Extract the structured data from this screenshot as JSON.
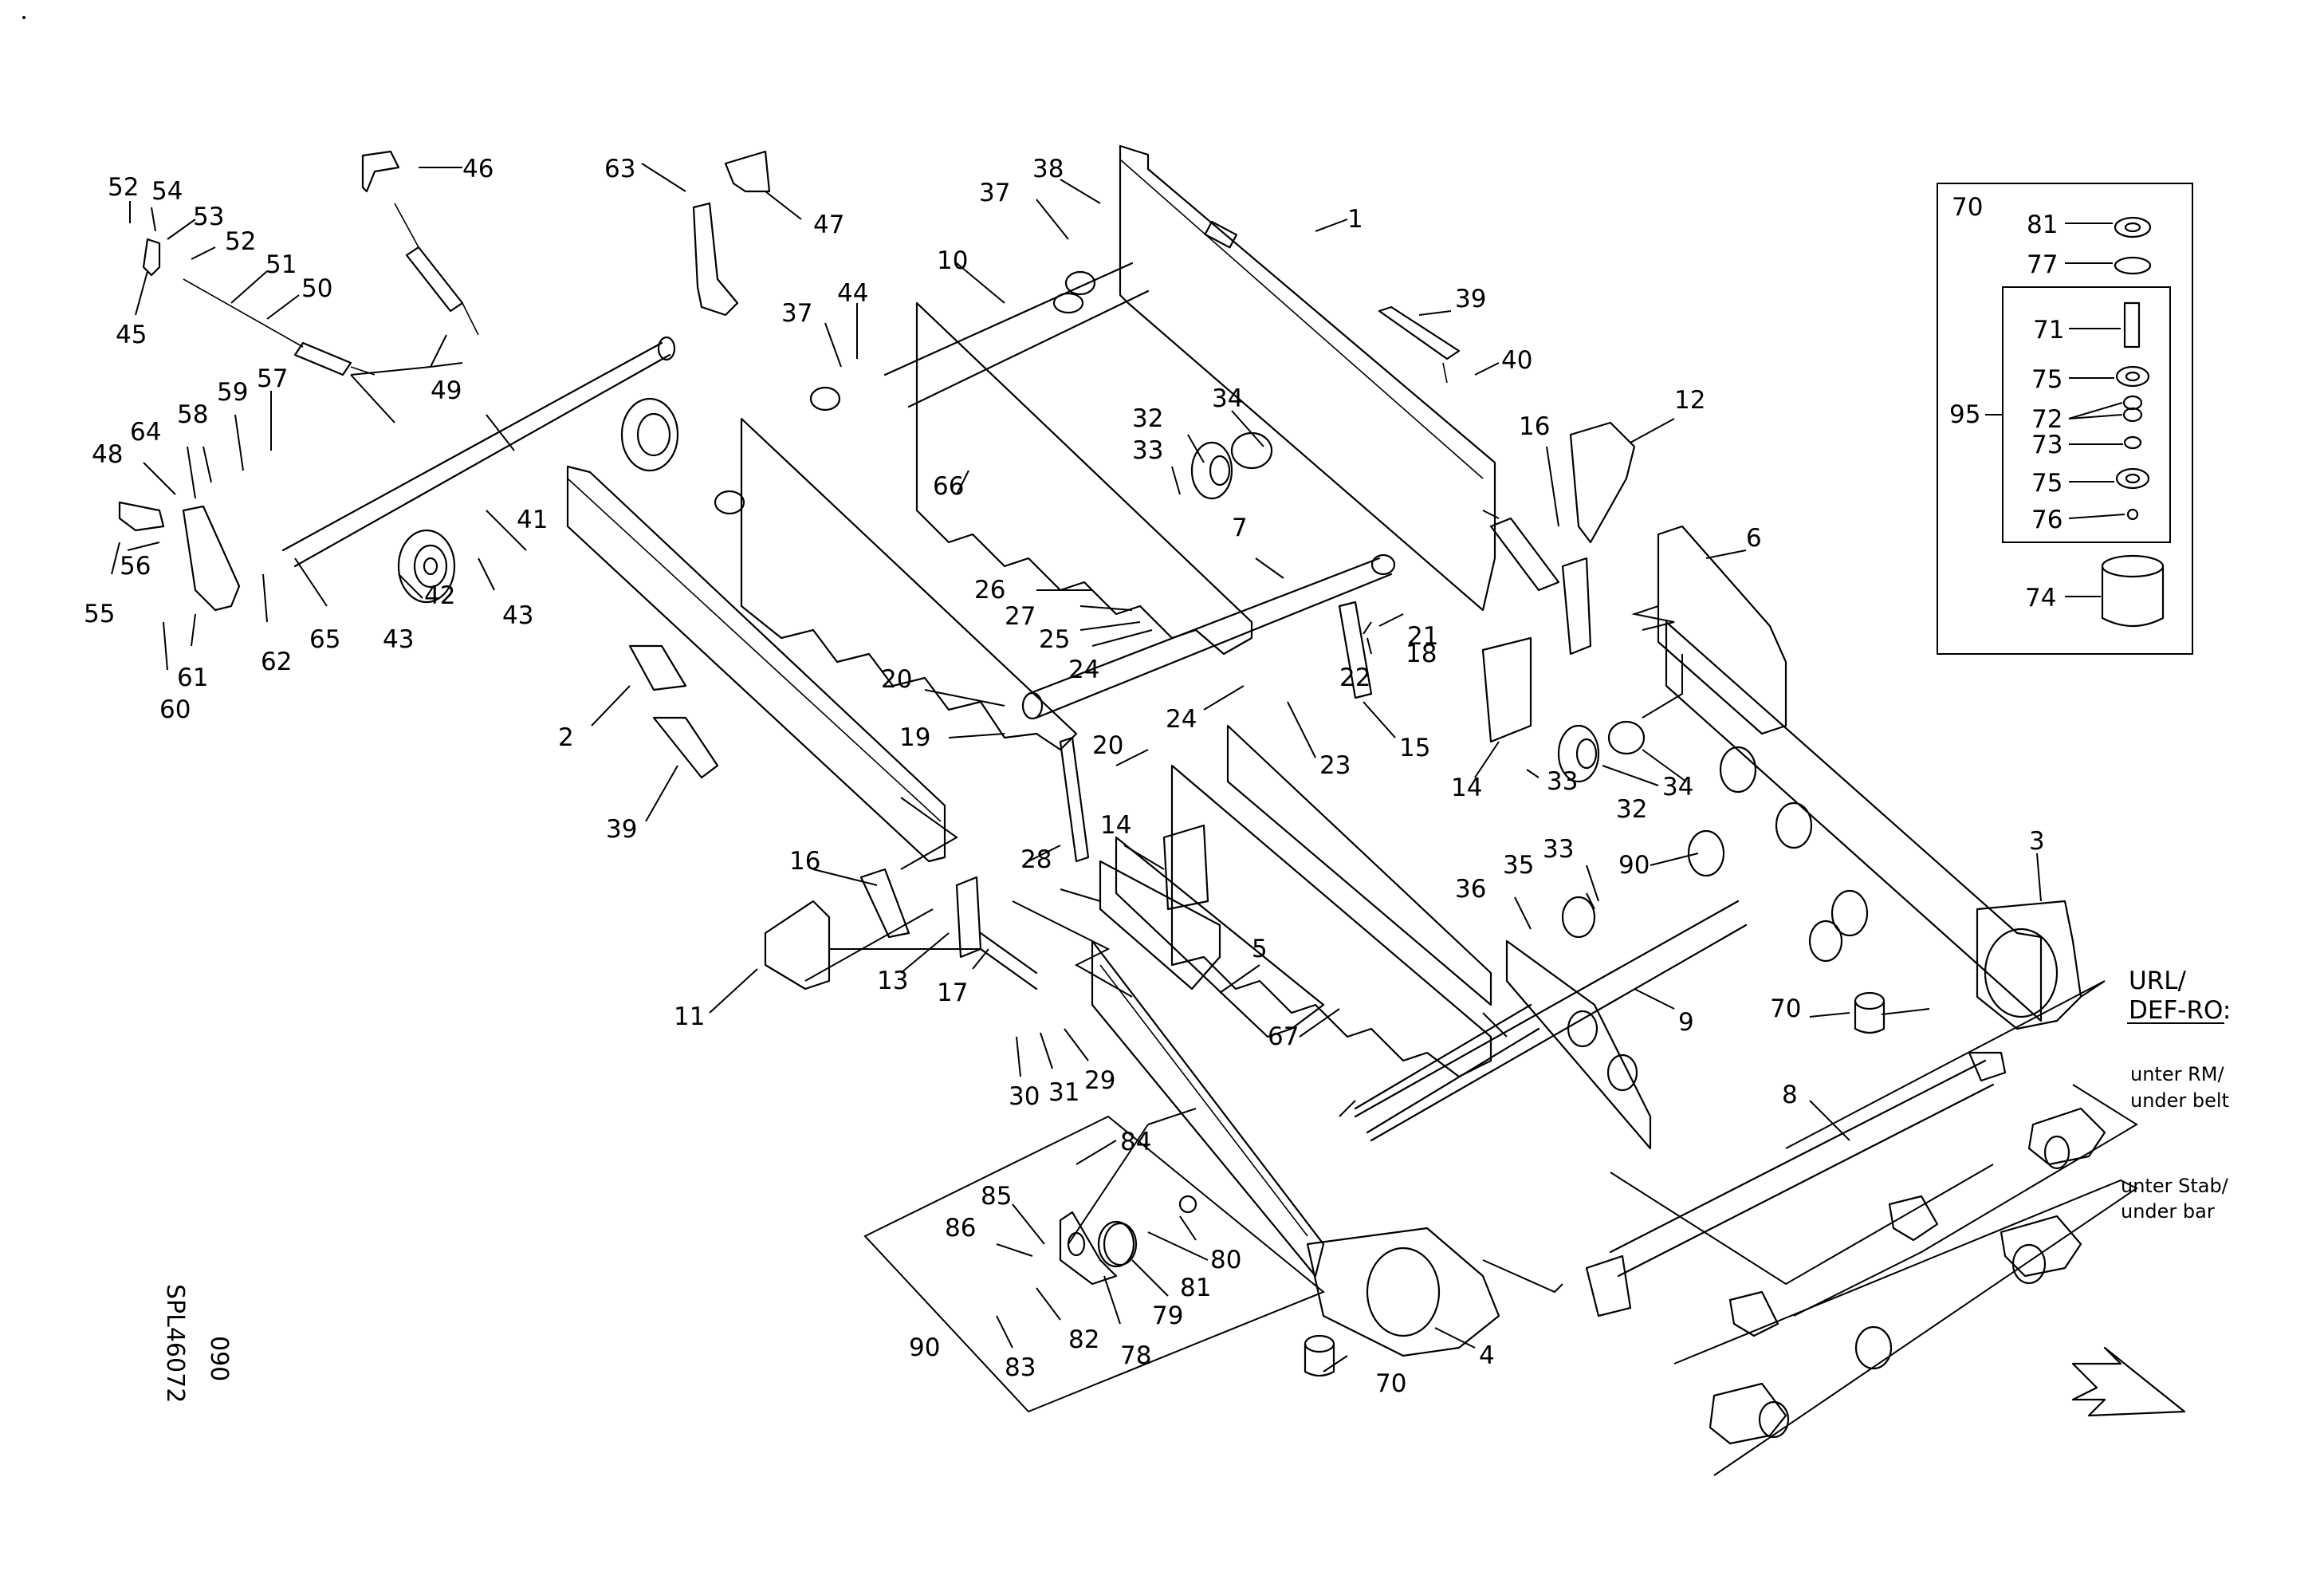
{
  "drawing": {
    "code_line1": "SPL46072",
    "code_line2": "090",
    "variant_label_line1": "URL/",
    "variant_label_line2": "DEF-RO:",
    "note_under_belt_line1": "unter RM/",
    "note_under_belt_line2": "under belt",
    "note_under_bar_line1": "unter Stab/",
    "note_under_bar_line2": "under bar"
  },
  "callouts": [
    {
      "text": "52"
    },
    {
      "text": "54"
    },
    {
      "text": "53"
    },
    {
      "text": "52"
    },
    {
      "text": "51"
    },
    {
      "text": "50"
    },
    {
      "text": "45"
    },
    {
      "text": "46"
    },
    {
      "text": "49"
    },
    {
      "text": "63"
    },
    {
      "text": "47"
    },
    {
      "text": "48"
    },
    {
      "text": "64"
    },
    {
      "text": "58"
    },
    {
      "text": "59"
    },
    {
      "text": "57"
    },
    {
      "text": "56"
    },
    {
      "text": "55"
    },
    {
      "text": "41"
    },
    {
      "text": "43"
    },
    {
      "text": "42"
    },
    {
      "text": "43"
    },
    {
      "text": "65"
    },
    {
      "text": "62"
    },
    {
      "text": "61"
    },
    {
      "text": "60"
    },
    {
      "text": "37"
    },
    {
      "text": "38"
    },
    {
      "text": "10"
    },
    {
      "text": "37"
    },
    {
      "text": "44"
    },
    {
      "text": "66"
    },
    {
      "text": "1"
    },
    {
      "text": "39"
    },
    {
      "text": "40"
    },
    {
      "text": "34"
    },
    {
      "text": "32"
    },
    {
      "text": "33"
    },
    {
      "text": "7"
    },
    {
      "text": "16"
    },
    {
      "text": "12"
    },
    {
      "text": "6"
    },
    {
      "text": "26"
    },
    {
      "text": "27"
    },
    {
      "text": "25"
    },
    {
      "text": "24"
    },
    {
      "text": "21"
    },
    {
      "text": "18"
    },
    {
      "text": "22"
    },
    {
      "text": "24"
    },
    {
      "text": "23"
    },
    {
      "text": "15"
    },
    {
      "text": "20"
    },
    {
      "text": "19"
    },
    {
      "text": "20"
    },
    {
      "text": "2"
    },
    {
      "text": "39"
    },
    {
      "text": "28"
    },
    {
      "text": "14"
    },
    {
      "text": "14"
    },
    {
      "text": "32"
    },
    {
      "text": "34"
    },
    {
      "text": "33"
    },
    {
      "text": "35"
    },
    {
      "text": "36"
    },
    {
      "text": "33"
    },
    {
      "text": "90"
    },
    {
      "text": "3"
    },
    {
      "text": "16"
    },
    {
      "text": "11"
    },
    {
      "text": "13"
    },
    {
      "text": "17"
    },
    {
      "text": "5"
    },
    {
      "text": "67"
    },
    {
      "text": "9"
    },
    {
      "text": "70"
    },
    {
      "text": "30"
    },
    {
      "text": "31"
    },
    {
      "text": "29"
    },
    {
      "text": "84"
    },
    {
      "text": "8"
    },
    {
      "text": "85"
    },
    {
      "text": "86"
    },
    {
      "text": "80"
    },
    {
      "text": "81"
    },
    {
      "text": "79"
    },
    {
      "text": "82"
    },
    {
      "text": "78"
    },
    {
      "text": "83"
    },
    {
      "text": "90"
    },
    {
      "text": "70"
    },
    {
      "text": "4"
    }
  ],
  "inset": {
    "title": "70",
    "assembly_label": "95",
    "items": [
      {
        "text": "81"
      },
      {
        "text": "77"
      },
      {
        "text": "71"
      },
      {
        "text": "75"
      },
      {
        "text": "72"
      },
      {
        "text": "73"
      },
      {
        "text": "75"
      },
      {
        "text": "76"
      },
      {
        "text": "74"
      }
    ]
  }
}
